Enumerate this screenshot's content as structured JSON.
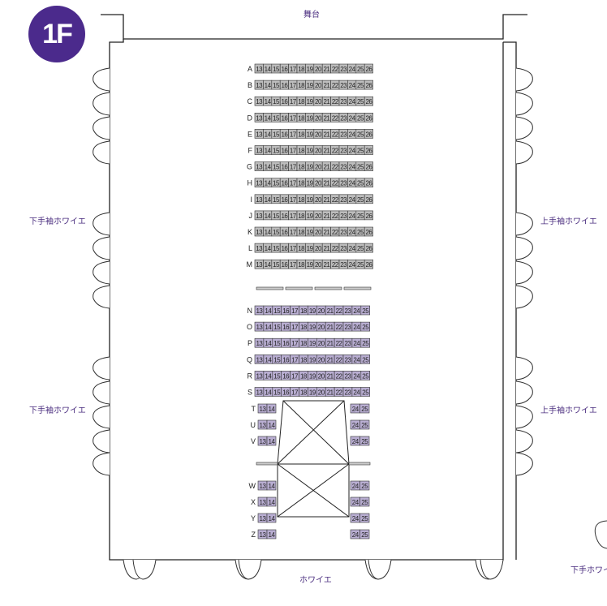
{
  "floor_badge": "1F",
  "labels": {
    "stage": "舞台",
    "left_upper": "下手袖ホワイエ",
    "left_lower": "下手袖ホワイエ",
    "right_upper": "上手袖ホワイエ",
    "right_lower": "上手袖ホワイエ",
    "bottom": "ホワイエ",
    "bottom_right_clipped": "下手ホワイ"
  },
  "colors": {
    "accent": "#4b2a8c",
    "seat_upper": "#bdbdbd",
    "seat_lower": "#b9aed2",
    "wall": "#222222"
  },
  "upper_block": {
    "rows": [
      "A",
      "B",
      "C",
      "D",
      "E",
      "F",
      "G",
      "H",
      "I",
      "J",
      "K",
      "L",
      "M"
    ],
    "seats": [
      "13",
      "14",
      "15",
      "16",
      "17",
      "18",
      "19",
      "20",
      "21",
      "22",
      "23",
      "24",
      "25",
      "26"
    ]
  },
  "lower_block": {
    "rows": [
      "N",
      "O",
      "P",
      "Q",
      "R",
      "S"
    ],
    "seats": [
      "13",
      "14",
      "15",
      "16",
      "17",
      "18",
      "19",
      "20",
      "21",
      "22",
      "23",
      "24",
      "25"
    ]
  },
  "side_block": {
    "rows": [
      "T",
      "U",
      "V",
      "W",
      "X",
      "Y",
      "Z"
    ],
    "left_seats": [
      "13",
      "14"
    ],
    "right_seats": [
      "24",
      "25"
    ]
  }
}
